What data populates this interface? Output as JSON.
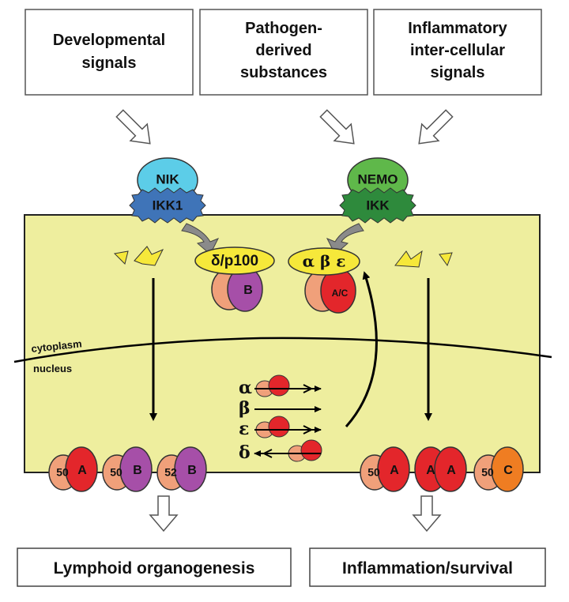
{
  "inputs": {
    "developmental": [
      "Developmental",
      "signals"
    ],
    "pathogen": [
      "Pathogen-",
      "derived",
      "substances"
    ],
    "inflammatory": [
      "Inflammatory",
      "inter-cellular",
      "signals"
    ]
  },
  "kinases": {
    "nik": "NIK",
    "ikk1": "IKK1",
    "nemo": "NEMO",
    "ikk": "IKK"
  },
  "inhibitors": {
    "delta_p100": "δ/p100",
    "abe": "α β ε"
  },
  "cytoplasmic_dimers": {
    "b": "B",
    "ac": "A/C"
  },
  "compartments": {
    "cytoplasm": "cytoplasm",
    "nucleus": "nucleus"
  },
  "genes": {
    "alpha": "α",
    "beta": "β",
    "epsilon": "ε",
    "delta": "δ"
  },
  "nuclear_dimers_left": [
    {
      "left": "50",
      "right": "A"
    },
    {
      "left": "50",
      "right": "B"
    },
    {
      "left": "52",
      "right": "B"
    }
  ],
  "nuclear_dimers_right": [
    {
      "left": "50",
      "right": "A"
    },
    {
      "left": "A",
      "right": "A"
    },
    {
      "left": "50",
      "right": "C"
    }
  ],
  "outcomes": {
    "left": "Lymphoid organogenesis",
    "right": "Inflammation/survival"
  },
  "colors": {
    "cell": "#eeee9e",
    "cyan": "#5ccde8",
    "blue": "#3f74b8",
    "green_light": "#5fb84a",
    "green_dark": "#2e8a3c",
    "yellow": "#f6e83a",
    "salmon": "#f0a07a",
    "red": "#e3262b",
    "purple": "#a64fa8",
    "orange": "#ef7d22"
  }
}
